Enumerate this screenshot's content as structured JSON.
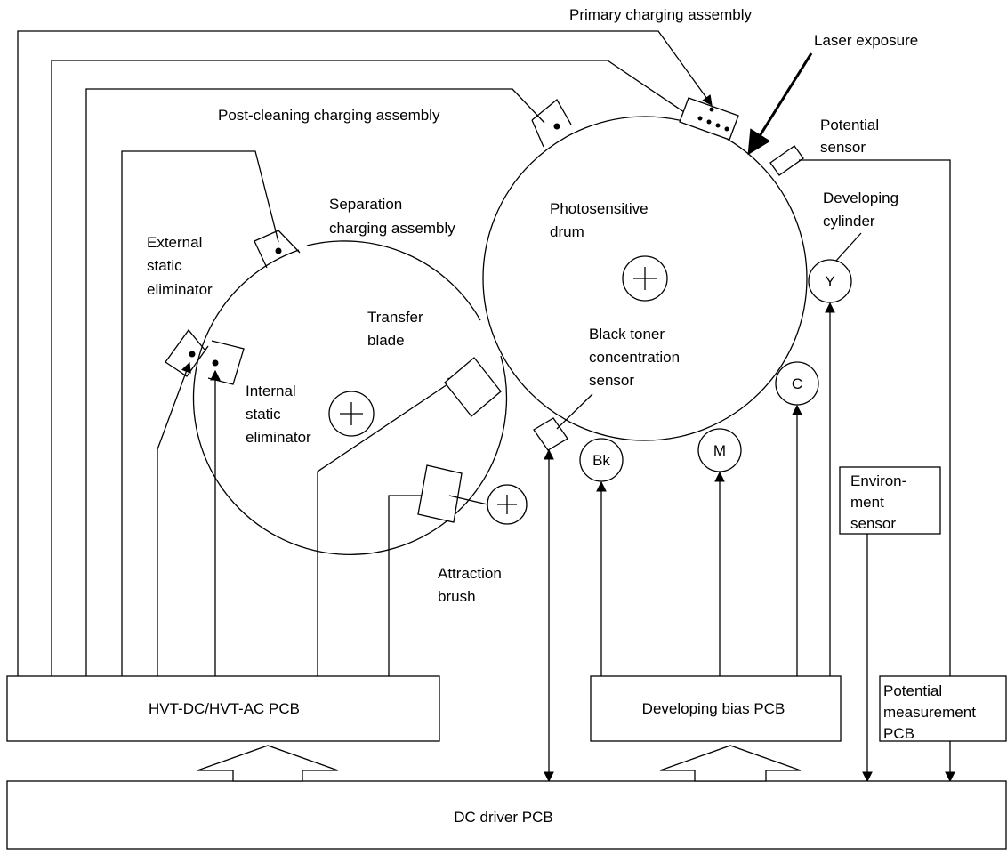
{
  "labels": {
    "primary_charging": "Primary charging assembly",
    "laser_exposure": "Laser exposure",
    "post_cleaning": "Post-cleaning charging assembly",
    "potential_sensor_1": "Potential",
    "potential_sensor_2": "sensor",
    "separation_1": "Separation",
    "separation_2": "charging assembly",
    "photosensitive_1": "Photosensitive",
    "photosensitive_2": "drum",
    "developing_cyl_1": "Developing",
    "developing_cyl_2": "cylinder",
    "external_1": "External",
    "external_2": "static",
    "external_3": "eliminator",
    "transfer_1": "Transfer",
    "transfer_2": "blade",
    "black_toner_1": "Black toner",
    "black_toner_2": "concentration",
    "black_toner_3": "sensor",
    "internal_1": "Internal",
    "internal_2": "static",
    "internal_3": "eliminator",
    "attraction_1": "Attraction",
    "attraction_2": "brush",
    "env_1": "Environ-",
    "env_2": "ment",
    "env_3": "sensor"
  },
  "rollers": {
    "y": "Y",
    "c": "C",
    "m": "M",
    "bk": "Bk"
  },
  "boards": {
    "hvt": "HVT-DC/HVT-AC PCB",
    "developing_bias": "Developing bias PCB",
    "potential_1": "Potential",
    "potential_2": "measurement",
    "potential_3": "PCB",
    "dc_driver": "DC driver PCB"
  }
}
